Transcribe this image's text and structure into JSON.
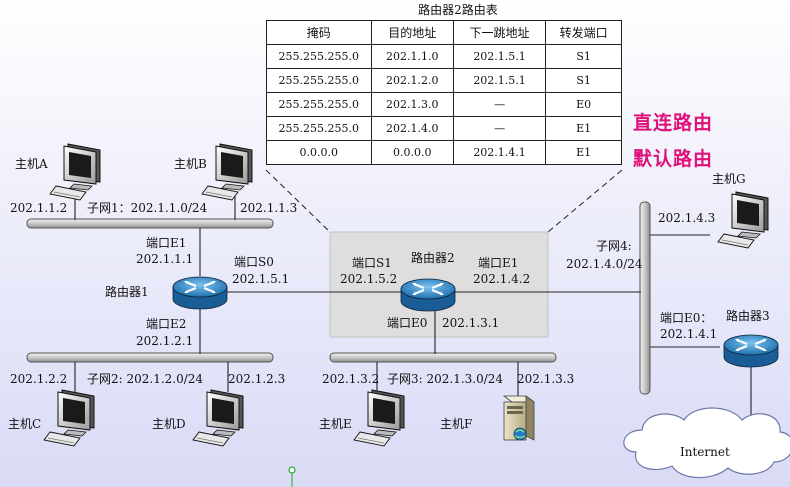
{
  "table": {
    "title": "路由器2路由表",
    "headers": [
      "掩码",
      "目的地址",
      "下一跳地址",
      "转发端口"
    ],
    "rows": [
      [
        "255.255.255.0",
        "202.1.1.0",
        "202.1.5.1",
        "S1"
      ],
      [
        "255.255.255.0",
        "202.1.2.0",
        "202.1.5.1",
        "S1"
      ],
      [
        "255.255.255.0",
        "202.1.3.0",
        "—",
        "E0"
      ],
      [
        "255.255.255.0",
        "202.1.4.0",
        "—",
        "E1"
      ],
      [
        "0.0.0.0",
        "0.0.0.0",
        "202.1.4.1",
        "E1"
      ]
    ]
  },
  "annotations": {
    "direct_route": "直连路由",
    "default_route": "默认路由",
    "color": "#e0107a"
  },
  "colors": {
    "router_box_bg": "#dedede",
    "router_blue": "#2a86c8",
    "bus_fill": "#c9c9c9"
  },
  "hosts": {
    "a": {
      "name": "主机A",
      "ip": "202.1.1.2"
    },
    "b": {
      "name": "主机B",
      "ip": "202.1.1.3"
    },
    "c": {
      "name": "主机C",
      "ip": "202.1.2.2"
    },
    "d": {
      "name": "主机D",
      "ip": "202.1.2.3"
    },
    "e": {
      "name": "主机E",
      "ip": "202.1.3.2"
    },
    "f": {
      "name": "主机F",
      "ip": "202.1.3.3"
    },
    "g": {
      "name": "主机G",
      "ip": "202.1.4.3"
    }
  },
  "subnets": {
    "s1": "子网1：202.1.1.0/24",
    "s2": "子网2: 202.1.2.0/24",
    "s3": "子网3: 202.1.3.0/24",
    "s4_name": "子网4:",
    "s4_addr": "202.1.4.0/24"
  },
  "router1": {
    "name": "路由器1",
    "e1_port": "端口E1",
    "e1_ip": "202.1.1.1",
    "s0_port": "端口S0",
    "s0_ip": "202.1.5.1",
    "e2_port": "端口E2",
    "e2_ip": "202.1.2.1"
  },
  "router2": {
    "name": "路由器2",
    "s1_port": "端口S1",
    "s1_ip": "202.1.5.2",
    "e1_port": "端口E1",
    "e1_ip": "202.1.4.2",
    "e0_port": "端口E0",
    "e0_ip": "202.1.3.1"
  },
  "router3": {
    "name": "路由器3",
    "e0_port": "端口E0：",
    "e0_ip": "202.1.4.1"
  },
  "internet": "Internet"
}
